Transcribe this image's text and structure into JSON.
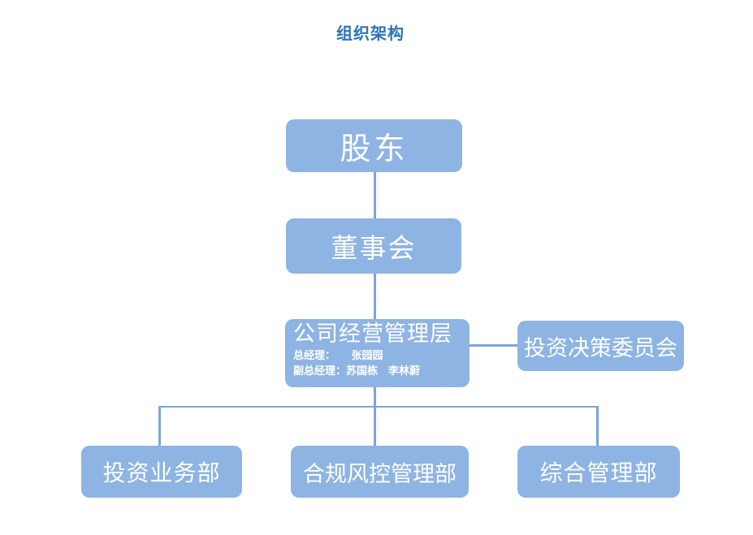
{
  "title": {
    "text": "组织架构"
  },
  "colors": {
    "title_text": "#2E74B5",
    "box_fill": "#8DB4E2",
    "box_text": "#FFFFFF",
    "connector": "#7DA4D9",
    "background": "#FFFFFF"
  },
  "nodes": {
    "shareholders": {
      "label": "股东"
    },
    "board": {
      "label": "董事会"
    },
    "management": {
      "label": "公司经营管理层",
      "detail_lines": [
        "总经理：　　张园园",
        "副总经理：苏国栋　李林蔚"
      ]
    },
    "committee": {
      "label": "投资决策委员会"
    },
    "departments": [
      {
        "label": "投资业务部"
      },
      {
        "label": "合规风控管理部"
      },
      {
        "label": "综合管理部"
      }
    ]
  }
}
